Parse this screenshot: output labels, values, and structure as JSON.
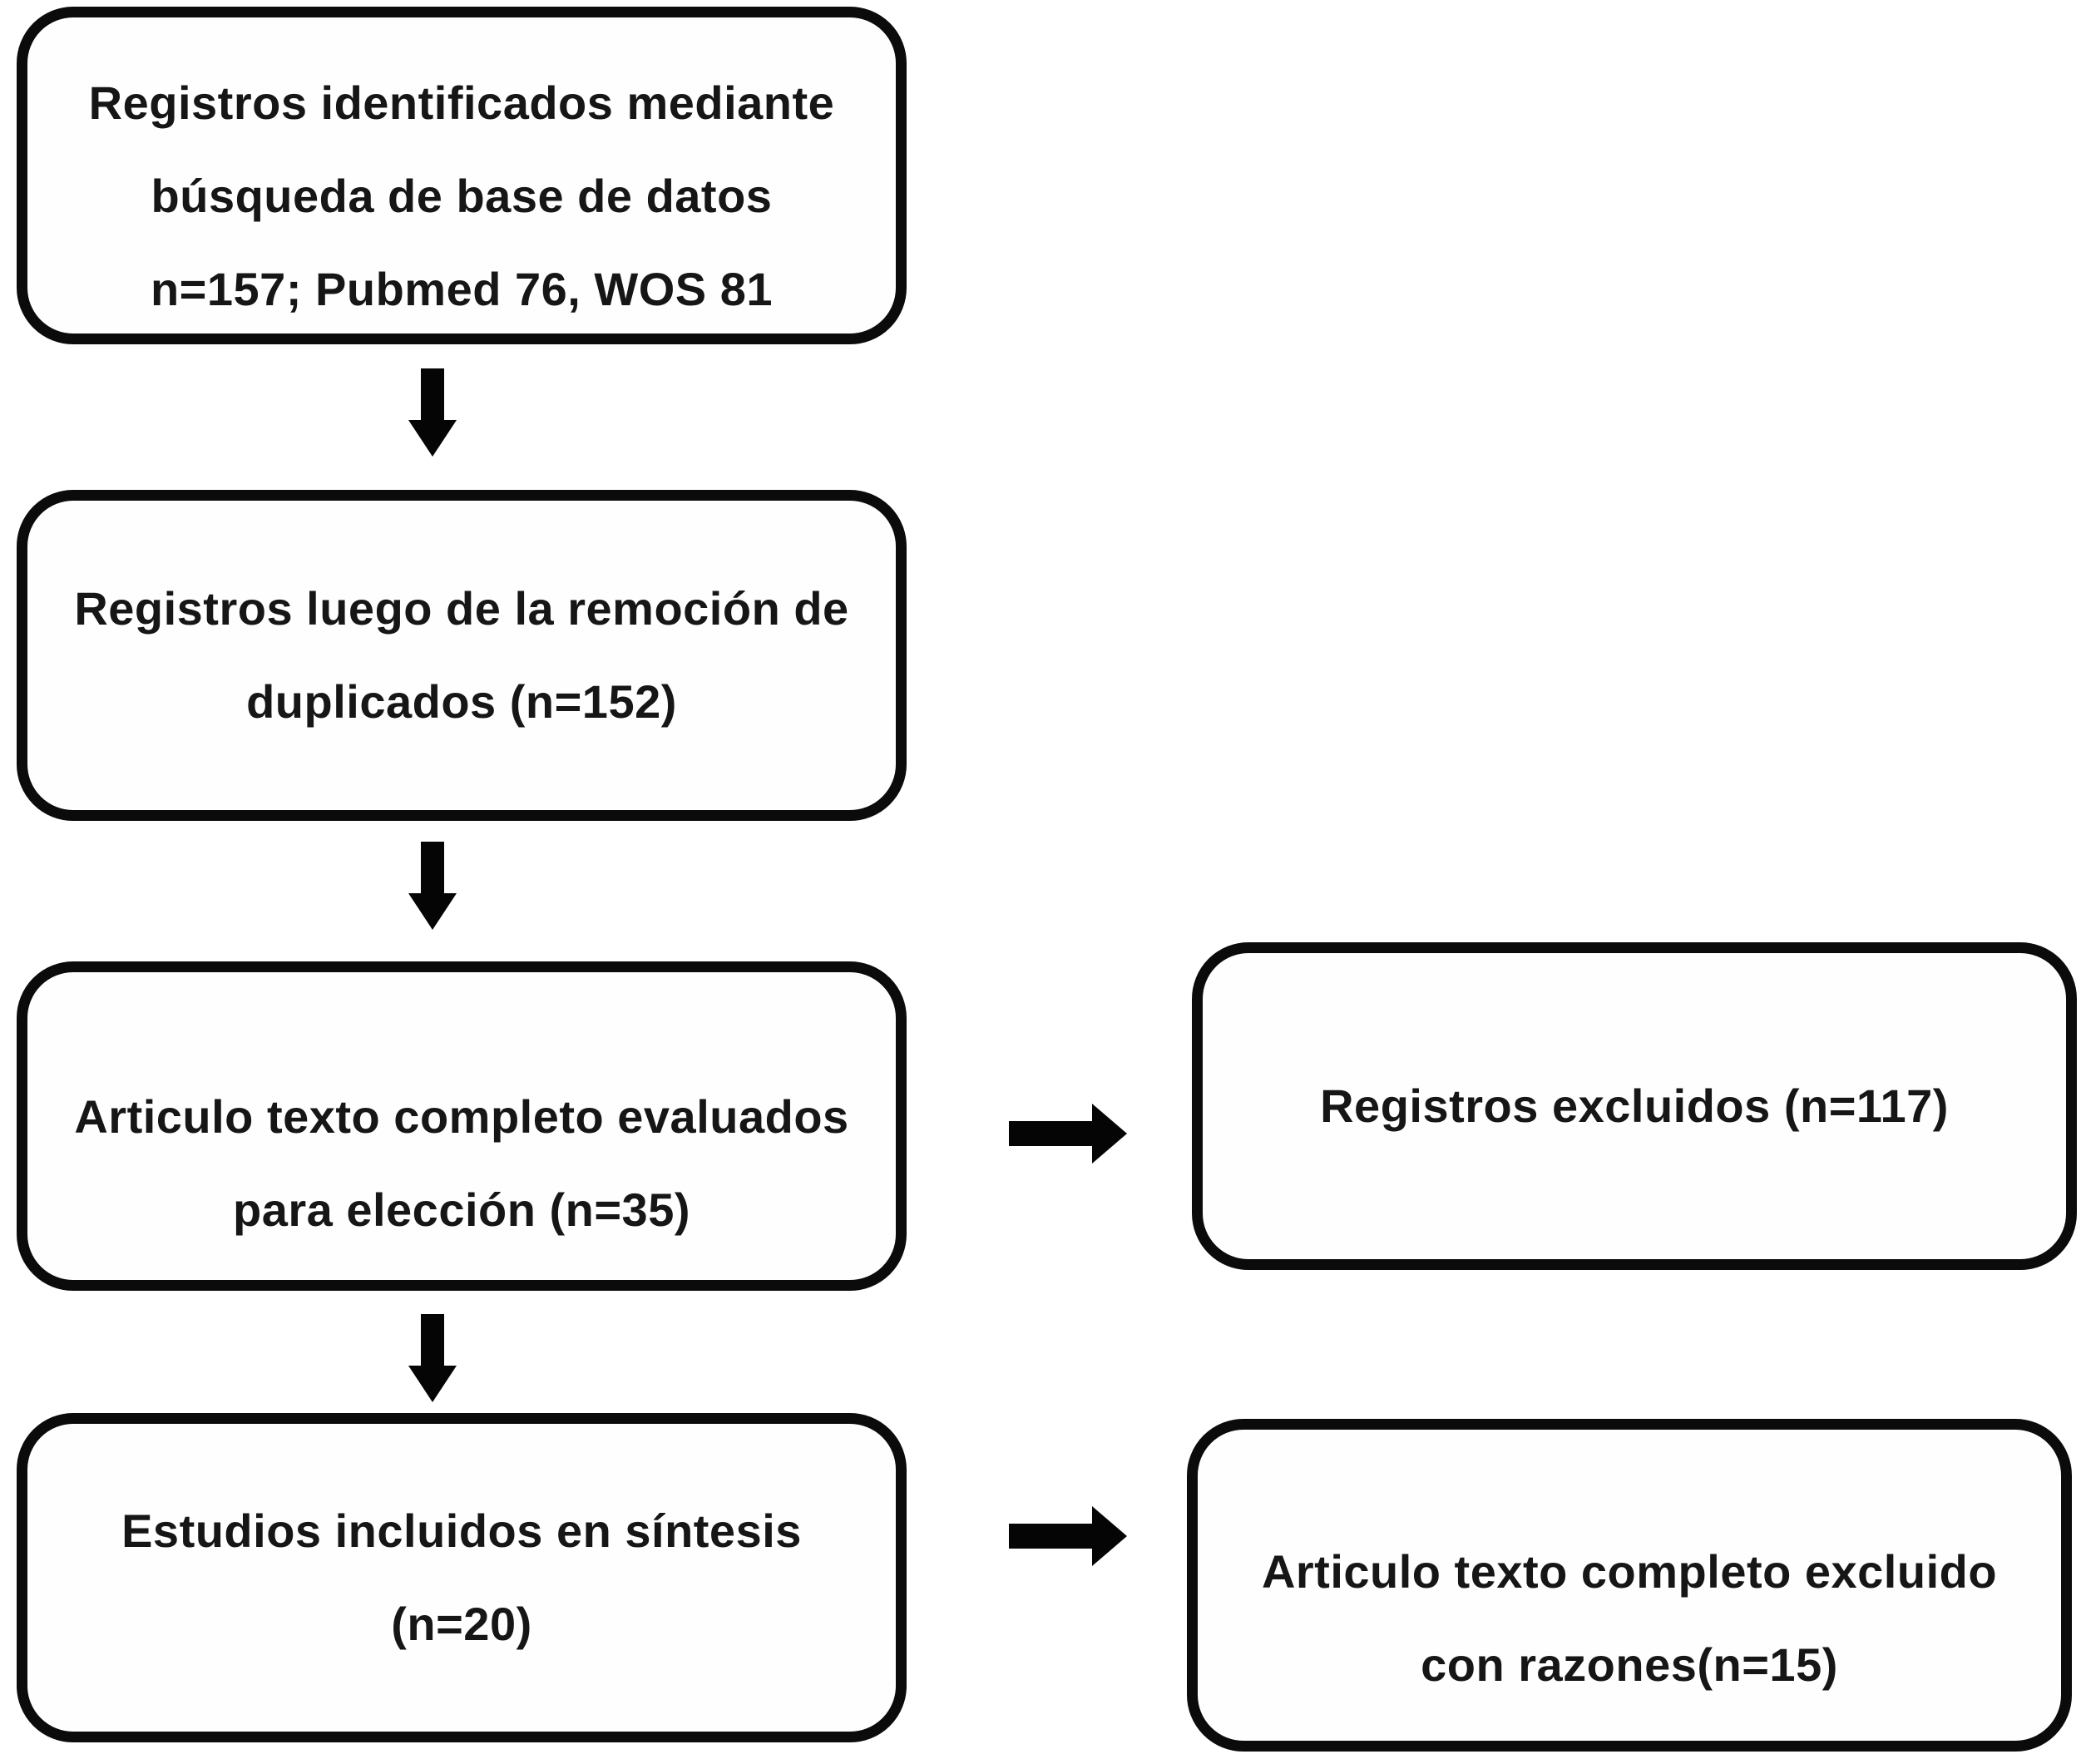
{
  "colors": {
    "ink": "#0b0b0b",
    "text": "#161616",
    "background": "#ffffff"
  },
  "flow": {
    "identified": {
      "line1": "Registros identificados mediante",
      "line2": "búsqueda de base de datos",
      "line3": "n=157; Pubmed 76, WOS 81"
    },
    "deduplicated": {
      "line1": "Registros luego de la remoción de",
      "line2": "duplicados (n=152)"
    },
    "fulltext_assessed": {
      "line1": "Articulo texto completo evaluados",
      "line2": "para elección (n=35)"
    },
    "included": {
      "line1": "Estudios incluidos en síntesis",
      "line2": "(n=20)"
    },
    "records_excluded": {
      "line1": "Registros excluidos (n=117)"
    },
    "fulltext_excluded": {
      "line1": "Articulo texto completo excluido",
      "line2": "con razones(n=15)"
    }
  }
}
